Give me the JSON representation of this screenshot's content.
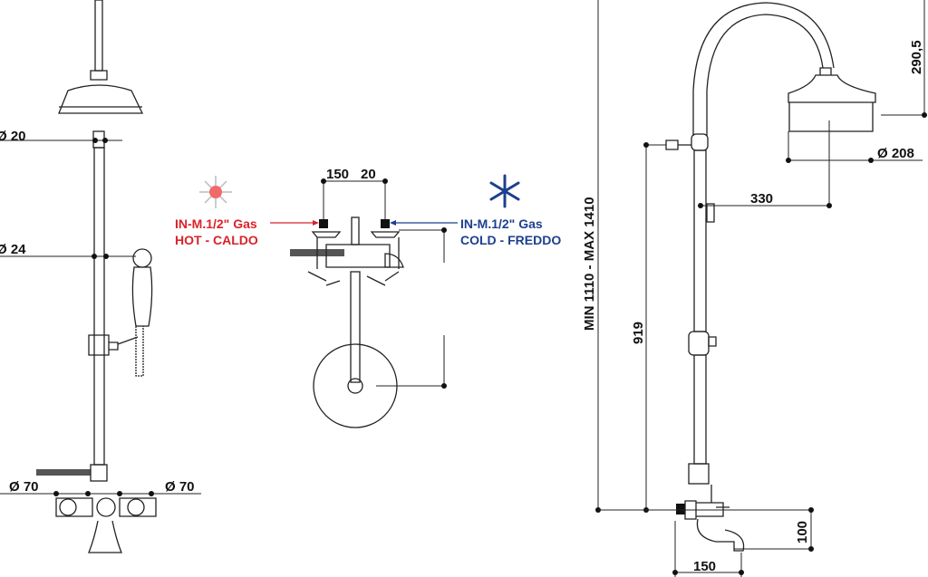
{
  "left_view": {
    "dia_top": "Ø 20",
    "dia_mid": "Ø 24",
    "dia_bottom_left": "Ø 70",
    "dia_bottom_right": "Ø 70"
  },
  "top_view": {
    "dim_a": "150",
    "dim_b": "20",
    "hot": {
      "line1": "IN-M.1/2\" Gas",
      "line2": "HOT - CALDO",
      "color": "#d8232a",
      "icon": "sun-icon"
    },
    "cold": {
      "line1": "IN-M.1/2\" Gas",
      "line2": "COLD - FREDDO",
      "color": "#1d3f8f",
      "icon": "snowflake-icon"
    }
  },
  "side_view": {
    "height_range": "MIN 1110 - MAX 1410",
    "height_valve": "919",
    "reach": "330",
    "head_dia": "Ø 208",
    "head_drop": "290,5",
    "spout_drop": "100",
    "spout_reach": "150"
  }
}
